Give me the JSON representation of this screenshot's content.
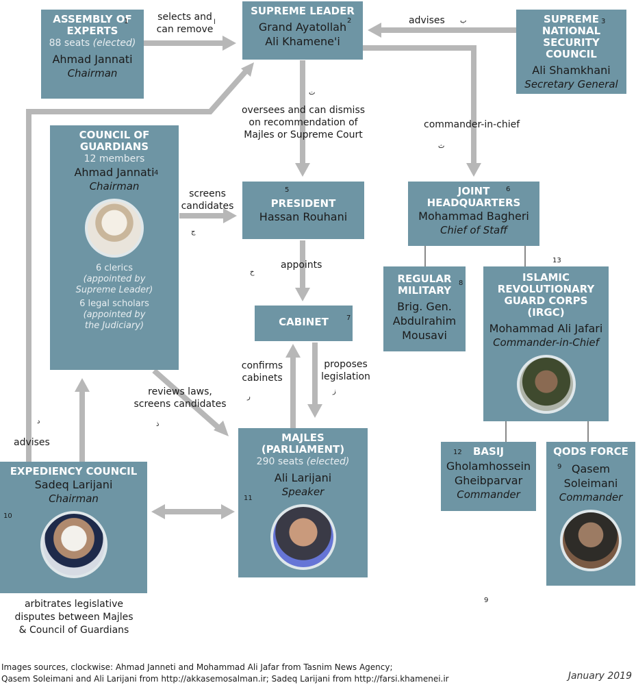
{
  "colors": {
    "box": "#6e95a4",
    "arrow": "#b7b7b7",
    "title": "#ffffff"
  },
  "nodes": {
    "assembly": {
      "title": "Assembly of Experts",
      "seats": "88 seats",
      "seats_note": "(elected)",
      "name": "Ahmad Jannati",
      "role": "Chairman",
      "num": "1"
    },
    "supreme": {
      "title": "Supreme Leader",
      "name": "Grand Ayatollah Ali Khamene'i",
      "num": "2"
    },
    "snsc": {
      "title": "Supreme National Security Council",
      "name": "Ali Shamkhani",
      "role": "Secretary General",
      "num": "3"
    },
    "guardians": {
      "title": "Council of Guardians",
      "seats": "12 members",
      "name": "Ahmad Jannati",
      "role": "Chairman",
      "clerics": "6 clerics",
      "clerics_note": "(appointed by Supreme Leader)",
      "scholars": "6 legal scholars",
      "scholars_note": "(appointed by the Judiciary)",
      "num": "4",
      "photo_icon": "portrait-ahmad-jannati"
    },
    "president": {
      "title": "President",
      "name": "Hassan Rouhani",
      "num": "5"
    },
    "joint": {
      "title": "Joint Headquarters",
      "name": "Mohammad Bagheri",
      "role": "Chief of Staff",
      "num": "6"
    },
    "cabinet": {
      "title": "Cabinet",
      "num": "7"
    },
    "regular": {
      "title": "Regular Military",
      "name": "Brig. Gen. Abdulrahim Mousavi",
      "num": "8"
    },
    "irgc": {
      "title": "Islamic Revolutionary Guard Corps (IRGC)",
      "name": "Mohammad Ali Jafari",
      "role": "Commander-in-Chief",
      "num": "13",
      "photo_icon": "portrait-mohammad-ali-jafari"
    },
    "basij": {
      "title": "Basij",
      "name": "Gholamhossein Gheibparvar",
      "role": "Commander",
      "num": "12"
    },
    "qods": {
      "title": "Qods Force",
      "name": "Qasem Soleimani",
      "role": "Commander",
      "num": "9",
      "photo_icon": "portrait-qasem-soleimani"
    },
    "expediency": {
      "title": "Expediency Council",
      "name": "Sadeq Larijani",
      "role": "Chairman",
      "num": "10",
      "photo_icon": "portrait-sadeq-larijani"
    },
    "majles": {
      "title": "Majles (Parliament)",
      "seats": "290 seats",
      "seats_note": "(elected)",
      "name": "Ali Larijani",
      "role": "Speaker",
      "num": "11",
      "photo_icon": "portrait-ali-larijani"
    }
  },
  "edges": {
    "selects": {
      "text": "selects and can remove",
      "marker": "ا"
    },
    "advises_snsc": {
      "text": "advises",
      "marker": "ب"
    },
    "oversees": {
      "text": "oversees and can dismiss on recommendation of Majles or Supreme Court",
      "marker": "ت"
    },
    "commander": {
      "text": "commander-in-chief",
      "marker": "ث"
    },
    "screens": {
      "text": "screens candidates",
      "marker": "ج"
    },
    "appoints": {
      "text": "appoints",
      "marker": "ح"
    },
    "confirms": {
      "text": "confirms cabinets",
      "marker": "ر"
    },
    "proposes": {
      "text": "proposes legislation",
      "marker": "ز"
    },
    "reviews": {
      "text": "reviews laws, screens candidates",
      "marker": "ذ"
    },
    "advises_exp": {
      "text": "advises",
      "marker": "د"
    },
    "arbitrates": {
      "text": "arbitrates legislative disputes between Majles & Council of Guardians"
    }
  },
  "extra_num": "9",
  "footer": {
    "sources_line1": "Images sources, clockwise: Ahmad Janneti and Mohammad Ali Jafar from Tasnim News Agency;",
    "sources_line2": "Qasem Soleimani and Ali Larijani from http://akkasemosalman.ir; Sadeq Larijani from http://farsi.khamenei.ir",
    "date": "January 2019"
  }
}
